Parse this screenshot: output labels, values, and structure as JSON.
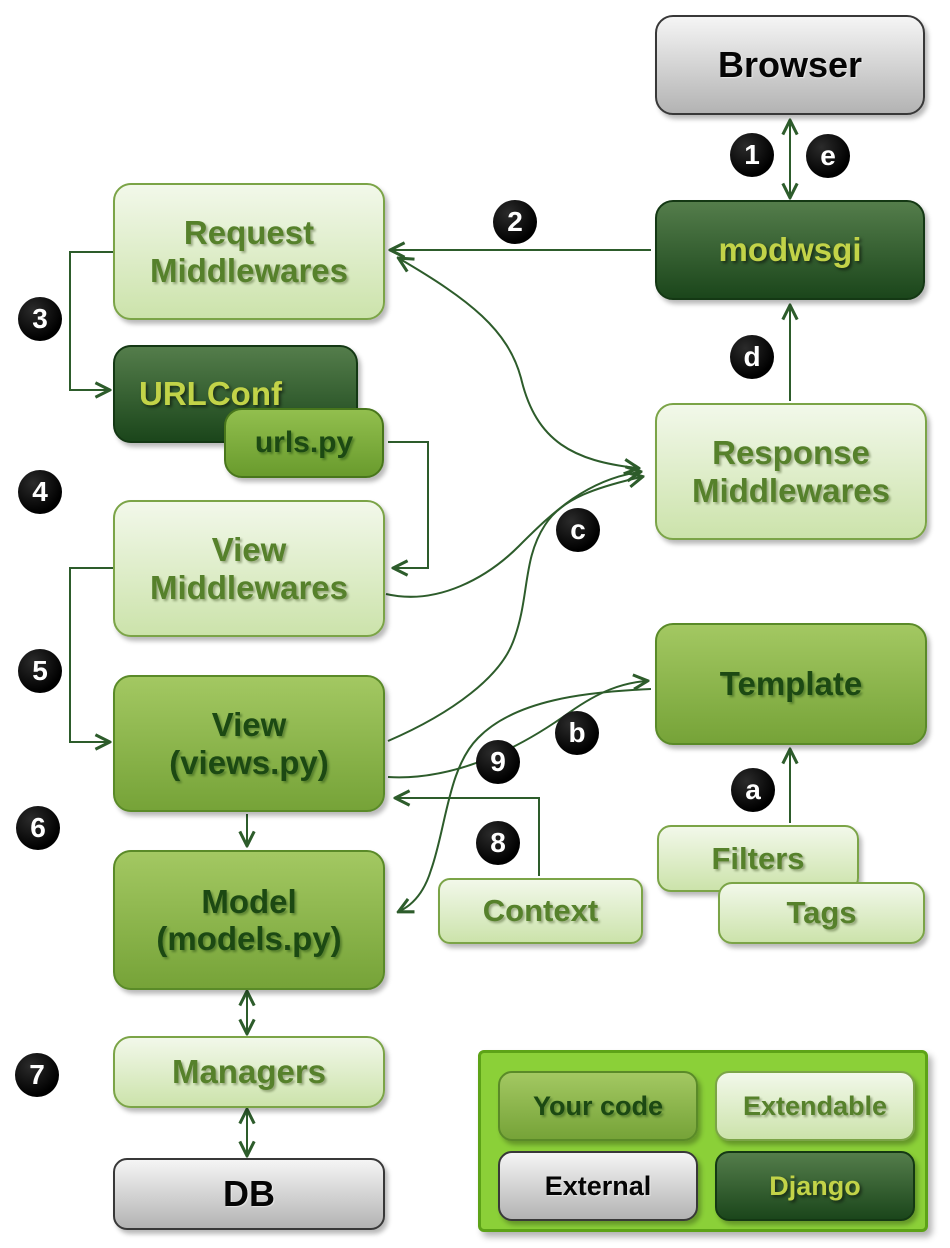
{
  "nodes": {
    "browser": "Browser",
    "modwsgi": "modwsgi",
    "request_middlewares": "Request\nMiddlewares",
    "urlconf": "URLConf",
    "urls_py": "urls.py",
    "view_middlewares": "View\nMiddlewares",
    "view": "View\n(views.py)",
    "model": "Model\n(models.py)",
    "managers": "Managers",
    "db": "DB",
    "response_middlewares": "Response\nMiddlewares",
    "template": "Template",
    "filters": "Filters",
    "tags": "Tags",
    "context": "Context"
  },
  "legend": {
    "your_code": "Your code",
    "extendable": "Extendable",
    "external": "External",
    "django": "Django"
  },
  "step_markers": {
    "s1": "1",
    "s2": "2",
    "s3": "3",
    "s4": "4",
    "s5": "5",
    "s6": "6",
    "s7": "7",
    "s8": "8",
    "s9": "9",
    "sa": "a",
    "sb": "b",
    "sc": "c",
    "sd": "d",
    "se": "e"
  },
  "colors": {
    "line": "#2d5c2b",
    "light_box": "#cce3ab",
    "mid_box": "#8ab84a",
    "dark_box": "#2f5c2a",
    "gray_box": "#d6d6d6",
    "legend_bg": "#8bd038",
    "marker_bg": "#000000",
    "marker_text": "#ffffff"
  }
}
